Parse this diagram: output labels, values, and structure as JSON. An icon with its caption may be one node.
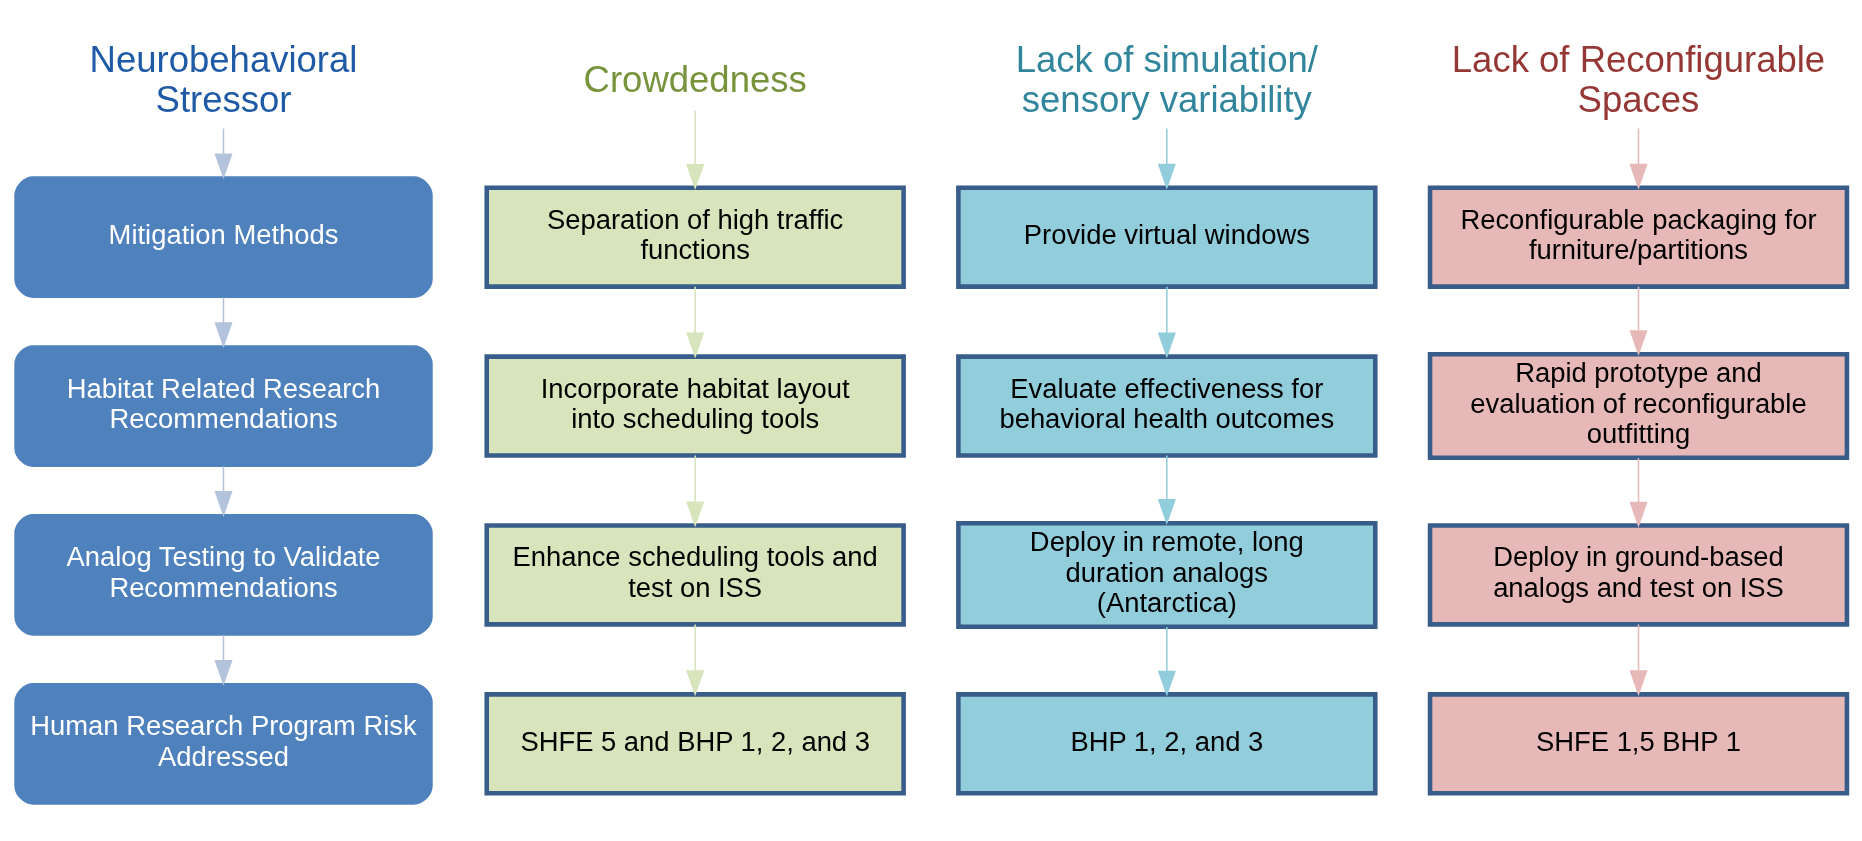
{
  "diagram": {
    "nodes": [
      {
        "text": [
          "Neurobehavioral Stressor"
        ]
      },
      {
        "text": [
          "Crowdedness"
        ]
      },
      {
        "text": [
          "Lack of simulation/ sensory variability"
        ]
      },
      {
        "text": [
          "Lack of Reconfigurable Spaces"
        ]
      },
      {
        "text": [
          "Mitigation Methods"
        ]
      },
      {
        "text": [
          "Separation of high traffic functions"
        ]
      },
      {
        "text": [
          "Provide virtual windows"
        ]
      },
      {
        "text": [
          "Reconfigurable packaging for furniture/partitions"
        ]
      },
      {
        "text": [
          "Habitat Related Research Recommendations"
        ]
      },
      {
        "text": [
          "Incorporate habitat layout into scheduling tools"
        ]
      },
      {
        "text": [
          "Evaluate effectiveness for behavioral health outcomes"
        ]
      },
      {
        "text": [
          "Rapid prototype and evaluation of reconfigurable outfitting"
        ]
      },
      {
        "text": [
          "Analog Testing to Validate Recommendations"
        ]
      },
      {
        "text": [
          "Enhance scheduling tools and test on ISS"
        ]
      },
      {
        "text": [
          "Deploy in remote, long duration analogs (Antarctica)"
        ]
      },
      {
        "text": [
          "Deploy in ground-based analogs and test on ISS"
        ]
      },
      {
        "text": [
          "Human Research Program Risk Addressed"
        ]
      },
      {
        "text": [
          "SHFE 5 and BHP 1, 2, and 3"
        ]
      },
      {
        "text": [
          "BHP 1, 2, and 3"
        ]
      },
      {
        "text": [
          "SHFE 1,5 BHP 1"
        ]
      }
    ],
    "edges": [
      {
        "from": 0,
        "to": 4,
        "arrow": "to",
        "color": "#b4c3dc"
      },
      {
        "from": 4,
        "to": 8,
        "arrow": "to",
        "color": "#b4c3dc"
      },
      {
        "from": 8,
        "to": 12,
        "arrow": "to",
        "color": "#b4c3dc"
      },
      {
        "from": 12,
        "to": 16,
        "arrow": "to",
        "color": "#b4c3dc"
      },
      {
        "from": 1,
        "to": 5,
        "arrow": "to",
        "color": "#d7e4bc"
      },
      {
        "from": 5,
        "to": 9,
        "arrow": "to",
        "color": "#d7e4bc"
      },
      {
        "from": 9,
        "to": 13,
        "arrow": "to",
        "color": "#d7e4bc"
      },
      {
        "from": 13,
        "to": 17,
        "arrow": "to",
        "color": "#d7e4bc"
      },
      {
        "from": 2,
        "to": 6,
        "arrow": "to",
        "color": "#92cddc"
      },
      {
        "from": 6,
        "to": 10,
        "arrow": "to",
        "color": "#92cddc"
      },
      {
        "from": 10,
        "to": 14,
        "arrow": "to",
        "color": "#92cddc"
      },
      {
        "from": 14,
        "to": 18,
        "arrow": "to",
        "color": "#92cddc"
      },
      {
        "from": 3,
        "to": 7,
        "arrow": "to",
        "color": "#e6b9b8"
      },
      {
        "from": 7,
        "to": 11,
        "arrow": "to",
        "color": "#e6b9b8"
      },
      {
        "from": 11,
        "to": 15,
        "arrow": "to",
        "color": "#e6b9b8"
      },
      {
        "from": 15,
        "to": 19,
        "arrow": "to",
        "color": "#e6b9b8"
      }
    ]
  }
}
